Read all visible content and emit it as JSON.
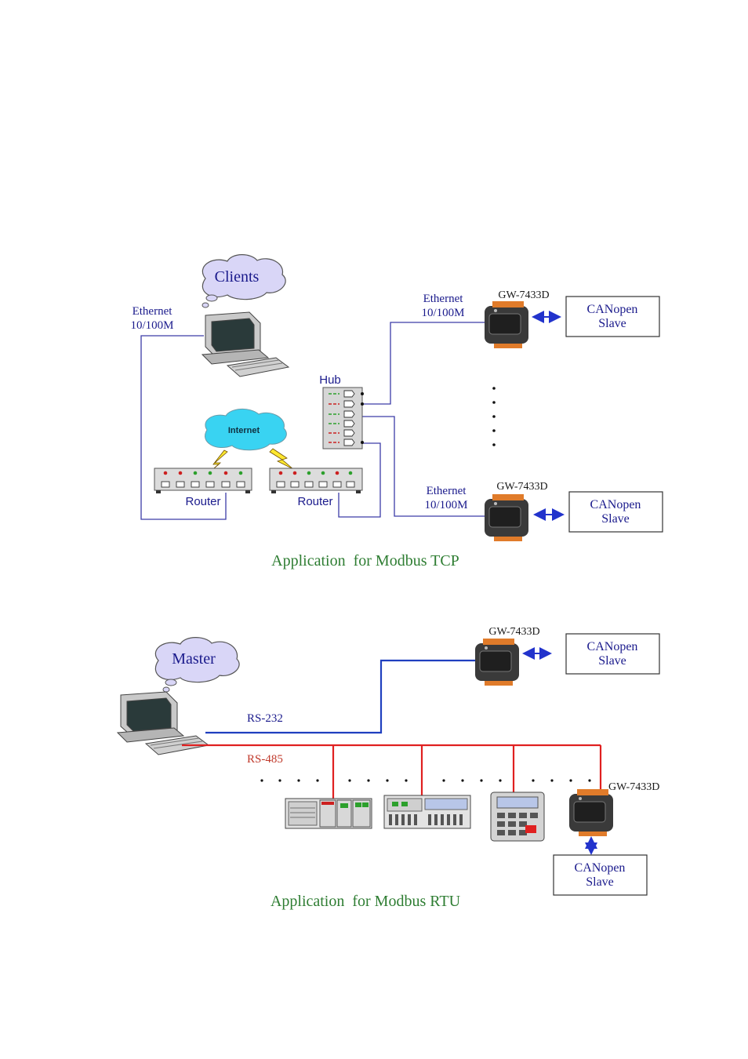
{
  "tcp": {
    "clients_label": "Clients",
    "ethernet_left": [
      "Ethernet",
      "10/100M"
    ],
    "internet_label": "Internet",
    "router_label": "Router",
    "hub_label": "Hub",
    "ethernet_top": [
      "Ethernet",
      "10/100M"
    ],
    "ethernet_bottom": [
      "Ethernet",
      "10/100M"
    ],
    "device_label": "GW-7433D",
    "slave_box": [
      "CANopen",
      "Slave"
    ],
    "caption": "Application  for Modbus TCP"
  },
  "rtu": {
    "master_label": "Master",
    "rs232_label": "RS-232",
    "rs485_label": "RS-485",
    "device_label": "GW-7433D",
    "device_label_right": "GW-7433D",
    "slave_box": [
      "CANopen",
      "Slave"
    ],
    "caption": "Application  for Modbus RTU"
  },
  "colors": {
    "link_thin": "#3c3ca8",
    "rs232": "#1f3fbf",
    "rs485": "#e02020",
    "caption": "#2e7d32",
    "cloud_clients": "#d9d6f7",
    "cloud_internet": "#39d3f2"
  }
}
